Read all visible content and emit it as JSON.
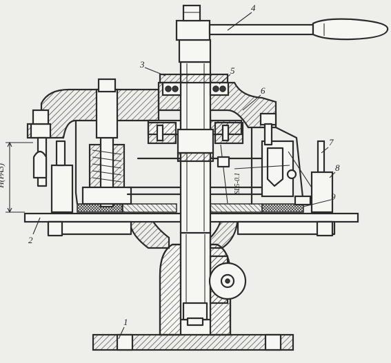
{
  "drawing": {
    "part_labels": [
      "1",
      "2",
      "3",
      "4",
      "5",
      "6",
      "7",
      "8",
      "9"
    ],
    "dimension_height_text": "H(PA3)",
    "dimension_spring_text": "SL5-0.1"
  },
  "colors": {
    "line": "#2b2b2b",
    "paper": "#eeeeea"
  }
}
